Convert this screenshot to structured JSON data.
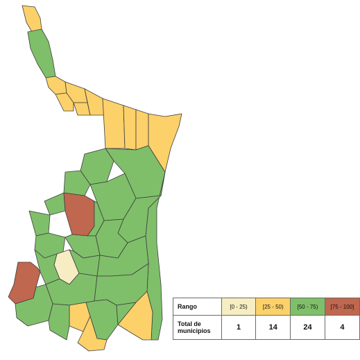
{
  "legend": {
    "header_range": "Rango",
    "header_total": "Total de municipios",
    "ranges": [
      {
        "label": "[0 - 25)",
        "count": "1",
        "color": "#f6edc2"
      },
      {
        "label": "[25 - 50)",
        "count": "14",
        "color": "#fcd16a"
      },
      {
        "label": "[50 - 75)",
        "count": "24",
        "color": "#7fbf6a"
      },
      {
        "label": "[75 - 100]",
        "count": "4",
        "color": "#c0674f"
      }
    ]
  },
  "colors": {
    "low": "#f6edc2",
    "mid_low": "#fcd16a",
    "mid_high": "#7fbf6a",
    "high": "#c0674f",
    "border": "#3c3c3c"
  }
}
